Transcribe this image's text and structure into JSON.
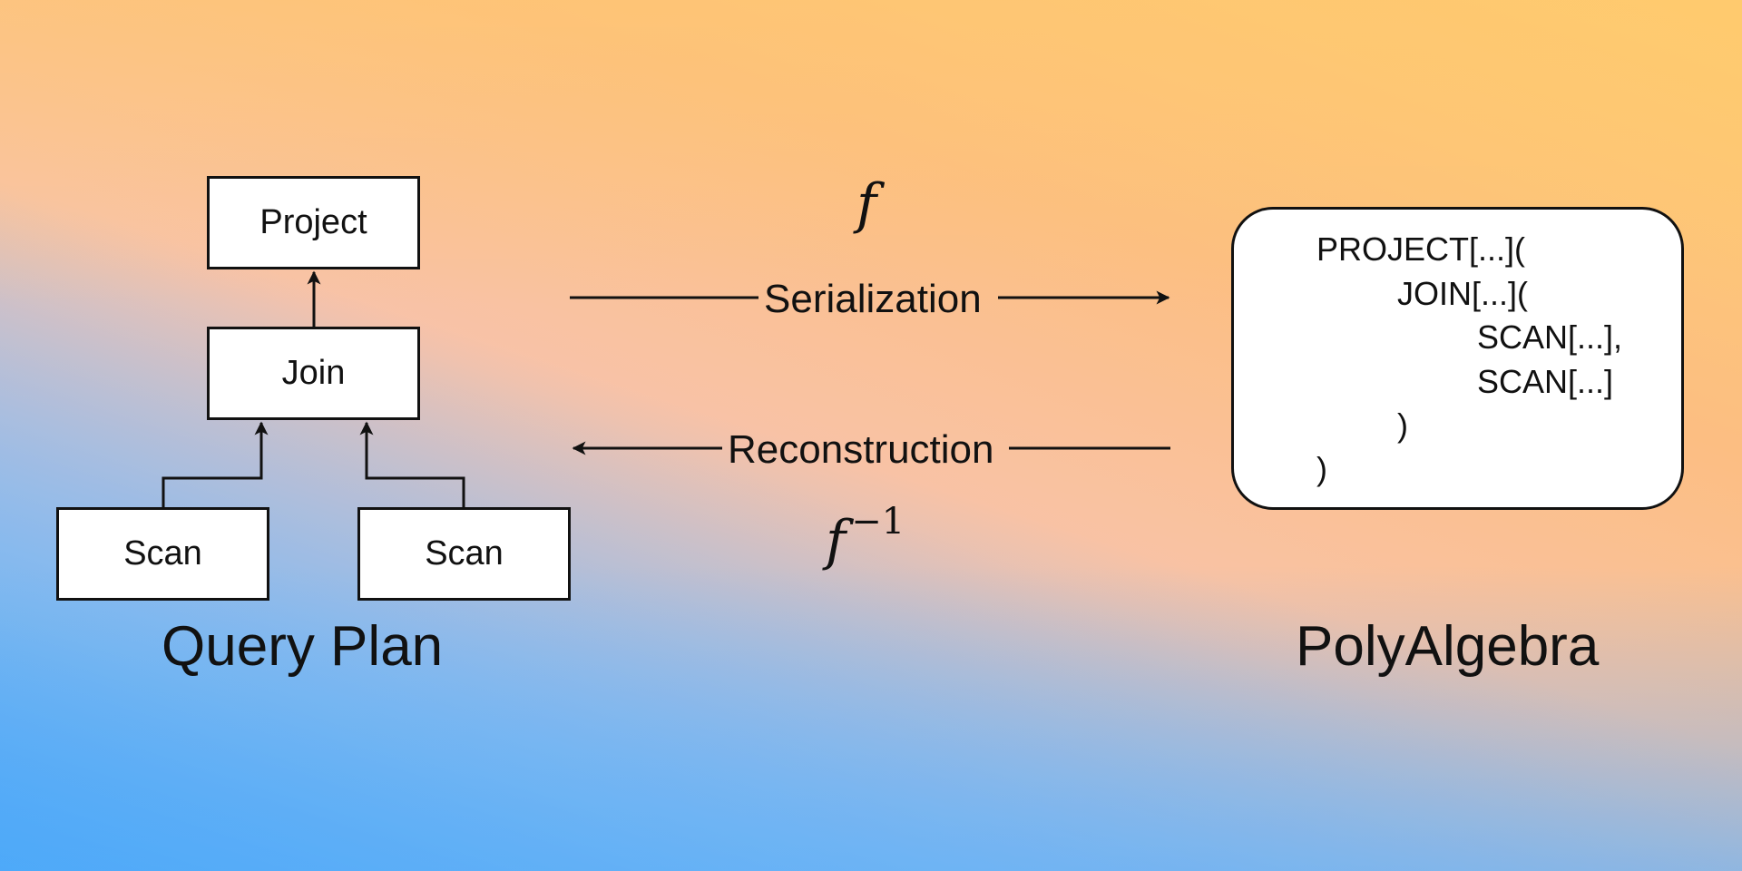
{
  "query_plan": {
    "caption": "Query Plan",
    "nodes": {
      "project": "Project",
      "join": "Join",
      "scan_left": "Scan",
      "scan_right": "Scan"
    }
  },
  "polyalgebra": {
    "caption": "PolyAlgebra",
    "lines": [
      "PROJECT[...](",
      "JOIN[...](",
      "SCAN[...],",
      "SCAN[...]",
      ")",
      ")"
    ]
  },
  "transforms": {
    "forward_label": "Serialization",
    "forward_symbol": "f",
    "inverse_label": "Reconstruction",
    "inverse_symbol": "f",
    "inverse_exponent": "−1"
  },
  "colors": {
    "stroke": "#111111",
    "box_fill": "#ffffff"
  }
}
